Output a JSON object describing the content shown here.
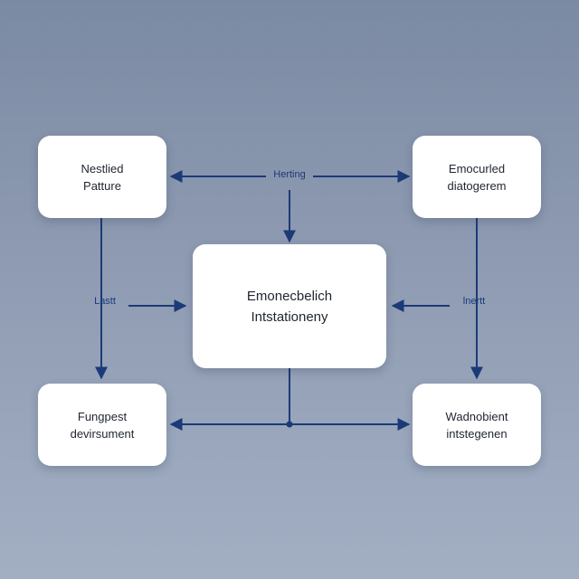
{
  "diagram": {
    "nodes": {
      "top_left": {
        "line1": "Nestlied",
        "line2": "Patture"
      },
      "top_right": {
        "line1": "Emocurled",
        "line2": "diatogerem"
      },
      "center": {
        "line1": "Emonecbelich",
        "line2": "Intstationeny"
      },
      "bottom_left": {
        "line1": "Fungpest",
        "line2": "devirsument"
      },
      "bottom_right": {
        "line1": "Wadnobient",
        "line2": "intstegenen"
      }
    },
    "edge_labels": {
      "top": "Herting",
      "left": "Lastt",
      "right": "lnertt"
    },
    "colors": {
      "background_top": "#7b8aa3",
      "background_bottom": "#a2afc3",
      "connector": "#1c3a78",
      "node_fill": "#ffffff"
    }
  }
}
